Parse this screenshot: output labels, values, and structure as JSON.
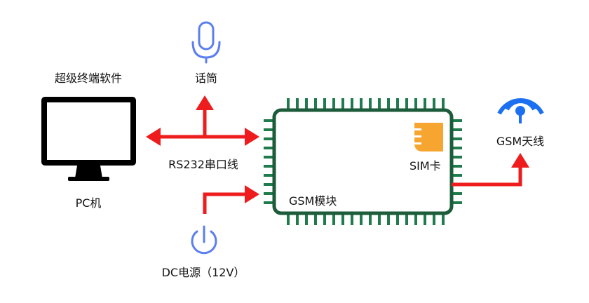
{
  "labels": {
    "pc_software": "超级终端软件",
    "pc": "PC机",
    "mic": "话筒",
    "serial": "RS232串口线",
    "power": "DC电源（12V）",
    "sim": "SIM卡",
    "module": "GSM模块",
    "antenna": "GSM天线"
  },
  "colors": {
    "arrow": "#ee1c1c",
    "chip_border": "#1d5c3b",
    "chip_pin": "#1f7a4c",
    "icon_blue": "#5c7ff0",
    "antenna_blue": "#1d6ff2",
    "sim_orange": "#f6a531",
    "monitor": "#000000"
  },
  "icons": {
    "monitor": "monitor-icon",
    "mic": "microphone-icon",
    "power": "power-icon",
    "sim": "sim-card-icon",
    "antenna": "antenna-icon"
  }
}
